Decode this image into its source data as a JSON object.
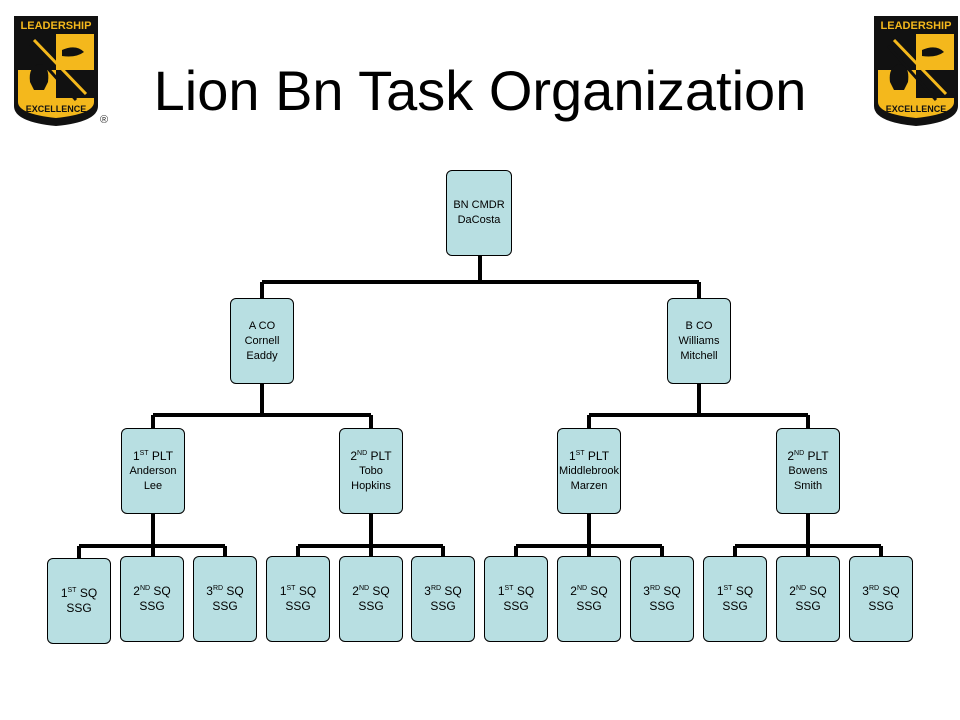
{
  "slide": {
    "title": "Lion Bn Task Organization"
  },
  "logo": {
    "top_text": "LEADERSHIP",
    "bottom_text": "EXCELLENCE",
    "mark": "®",
    "colors": {
      "gold": "#f4b81c",
      "black": "#111111"
    },
    "icons": [
      "helmet-icon",
      "sword-icon",
      "lamp-icon"
    ]
  },
  "org": {
    "bn": {
      "lines": [
        "BN CMDR",
        "DaCosta"
      ]
    },
    "companies": [
      {
        "lines": [
          "A CO",
          "Cornell",
          "Eaddy"
        ],
        "platoons": [
          {
            "num": "1",
            "sup": "ST",
            "label": "PLT",
            "lines": [
              "Anderson",
              "Lee"
            ],
            "squads": [
              {
                "num": "1",
                "sup": "ST",
                "label": "SQ",
                "rank": "SSG"
              },
              {
                "num": "2",
                "sup": "ND",
                "label": "SQ",
                "rank": "SSG"
              },
              {
                "num": "3",
                "sup": "RD",
                "label": "SQ",
                "rank": "SSG"
              }
            ]
          },
          {
            "num": "2",
            "sup": "ND",
            "label": "PLT",
            "lines": [
              "Tobo",
              "Hopkins"
            ],
            "squads": [
              {
                "num": "1",
                "sup": "ST",
                "label": "SQ",
                "rank": "SSG"
              },
              {
                "num": "2",
                "sup": "ND",
                "label": "SQ",
                "rank": "SSG"
              },
              {
                "num": "3",
                "sup": "RD",
                "label": "SQ",
                "rank": "SSG"
              }
            ]
          }
        ]
      },
      {
        "lines": [
          "B CO",
          "Williams",
          "Mitchell"
        ],
        "platoons": [
          {
            "num": "1",
            "sup": "ST",
            "label": "PLT",
            "lines": [
              "Middlebrook",
              "Marzen"
            ],
            "squads": [
              {
                "num": "1",
                "sup": "ST",
                "label": "SQ",
                "rank": "SSG"
              },
              {
                "num": "2",
                "sup": "ND",
                "label": "SQ",
                "rank": "SSG"
              },
              {
                "num": "3",
                "sup": "RD",
                "label": "SQ",
                "rank": "SSG"
              }
            ]
          },
          {
            "num": "2",
            "sup": "ND",
            "label": "PLT",
            "lines": [
              "Bowens",
              "Smith"
            ],
            "squads": [
              {
                "num": "1",
                "sup": "ST",
                "label": "SQ",
                "rank": "SSG"
              },
              {
                "num": "2",
                "sup": "ND",
                "label": "SQ",
                "rank": "SSG"
              },
              {
                "num": "3",
                "sup": "RD",
                "label": "SQ",
                "rank": "SSG"
              }
            ]
          }
        ]
      }
    ]
  }
}
